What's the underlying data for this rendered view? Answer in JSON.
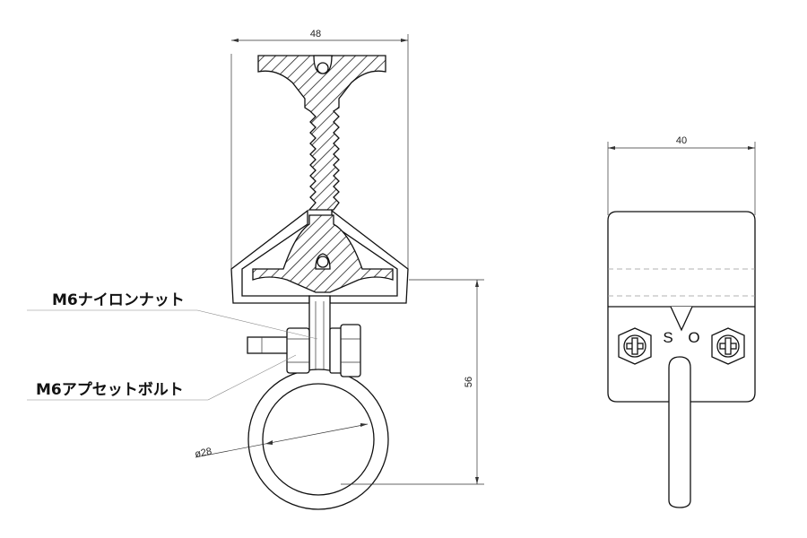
{
  "front_view": {
    "width_dim": "48",
    "height_dim": "56",
    "ring_dia_dim": "ø28"
  },
  "side_view": {
    "width_dim": "40",
    "mark_s": "S",
    "mark_o": "O"
  },
  "callouts": {
    "nut": "M6ナイロンナット",
    "bolt": "M6アプセットボルト"
  },
  "colors": {
    "line": "#111111",
    "background": "#ffffff"
  }
}
